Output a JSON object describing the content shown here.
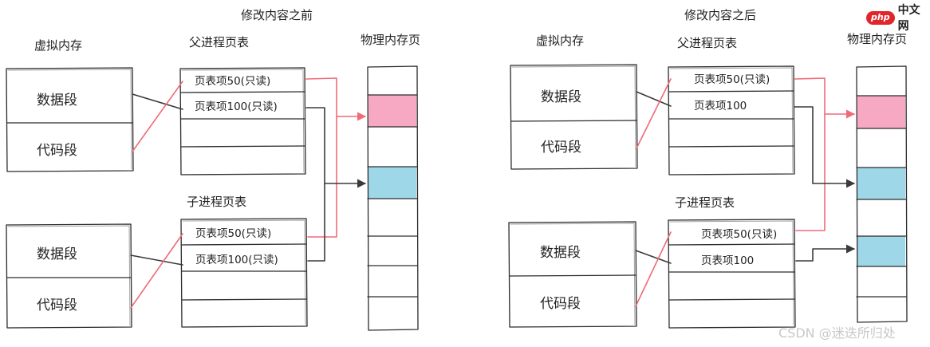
{
  "left": {
    "title": "修改内容之前",
    "virtual_memory_label": "虚拟内存",
    "parent_table_label": "父进程页表",
    "child_table_label": "子进程页表",
    "physical_label": "物理内存页",
    "parent_vm": {
      "data_segment": "数据段",
      "code_segment": "代码段"
    },
    "child_vm": {
      "data_segment": "数据段",
      "code_segment": "代码段"
    },
    "parent_entries": [
      "页表项50(只读)",
      "页表项100(只读)"
    ],
    "child_entries": [
      "页表项50(只读)",
      "页表项100(只读)"
    ]
  },
  "right": {
    "title": "修改内容之后",
    "virtual_memory_label": "虚拟内存",
    "parent_table_label": "父进程页表",
    "child_table_label": "子进程页表",
    "physical_label": "物理内存页",
    "parent_vm": {
      "data_segment": "数据段",
      "code_segment": "代码段"
    },
    "child_vm": {
      "data_segment": "数据段",
      "code_segment": "代码段"
    },
    "parent_entries": [
      "页表项50(只读)",
      "页表项100"
    ],
    "child_entries": [
      "页表项50(只读)",
      "页表项100"
    ]
  },
  "brand": {
    "php": "php",
    "cn": "中文网"
  },
  "watermark": "CSDN @迷迭所归处",
  "colors": {
    "pink": "#f7a9c4",
    "blue": "#9ed8e8",
    "red_arrow": "#f06a78",
    "black_arrow": "#3a3a3a"
  }
}
